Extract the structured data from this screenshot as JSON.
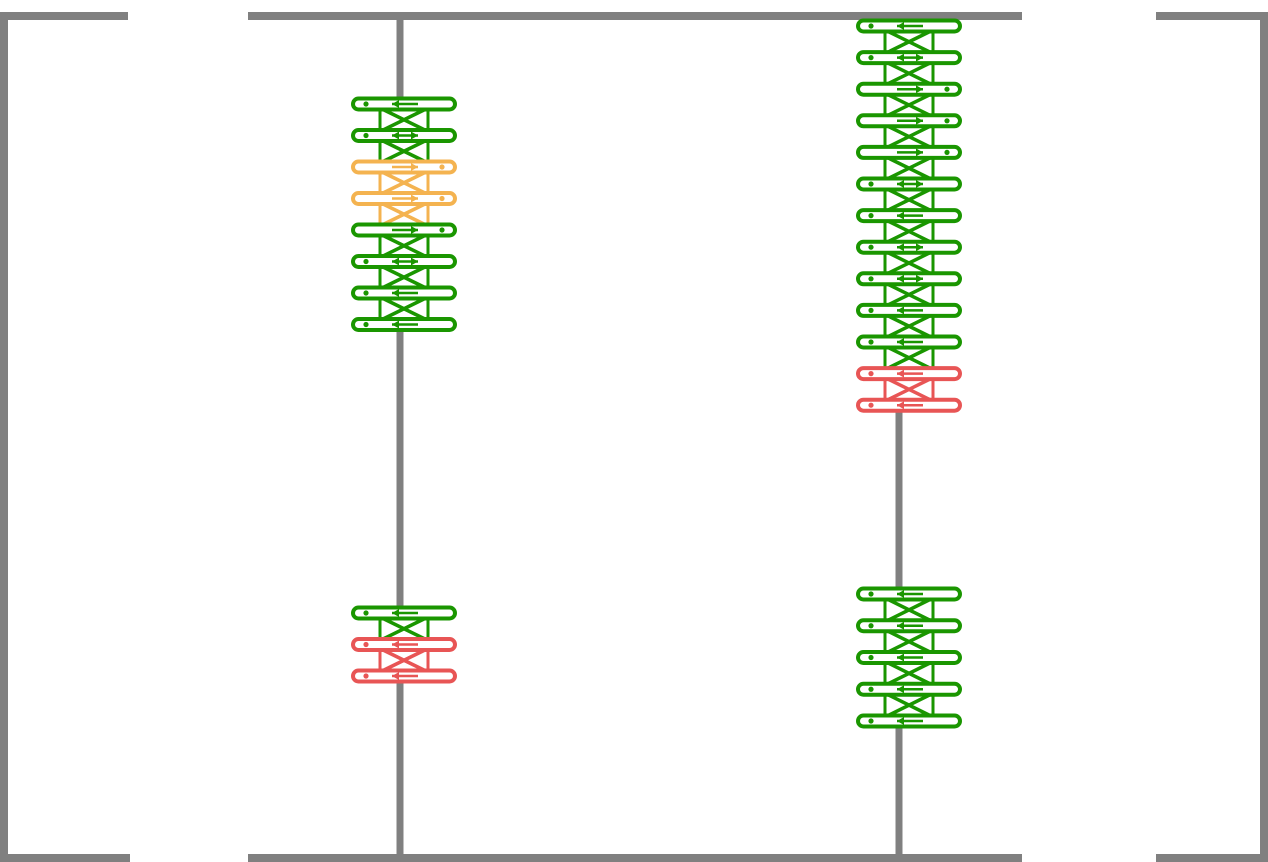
{
  "colors": {
    "background": "#ffffff",
    "wall": "#808080",
    "track": "#808080",
    "ok": "#1a9600",
    "warning": "#f4b350",
    "error": "#e85555"
  },
  "columns": [
    {
      "id": "left",
      "groups": [
        {
          "id": "left-upper",
          "links": [
            {
              "status": "ok",
              "direction": "left"
            },
            {
              "status": "ok",
              "direction": "both"
            },
            {
              "status": "warning",
              "direction": "right"
            },
            {
              "status": "warning",
              "direction": "right"
            },
            {
              "status": "ok",
              "direction": "right"
            },
            {
              "status": "ok",
              "direction": "both"
            },
            {
              "status": "ok",
              "direction": "left"
            },
            {
              "status": "ok",
              "direction": "left"
            }
          ]
        },
        {
          "id": "left-lower",
          "links": [
            {
              "status": "ok",
              "direction": "left"
            },
            {
              "status": "error",
              "direction": "left"
            },
            {
              "status": "error",
              "direction": "left"
            }
          ]
        }
      ]
    },
    {
      "id": "right",
      "groups": [
        {
          "id": "right-upper",
          "links": [
            {
              "status": "ok",
              "direction": "left"
            },
            {
              "status": "ok",
              "direction": "both"
            },
            {
              "status": "ok",
              "direction": "right"
            },
            {
              "status": "ok",
              "direction": "right"
            },
            {
              "status": "ok",
              "direction": "right"
            },
            {
              "status": "ok",
              "direction": "both"
            },
            {
              "status": "ok",
              "direction": "left"
            },
            {
              "status": "ok",
              "direction": "both"
            },
            {
              "status": "ok",
              "direction": "both"
            },
            {
              "status": "ok",
              "direction": "left"
            },
            {
              "status": "ok",
              "direction": "left"
            },
            {
              "status": "error",
              "direction": "left"
            },
            {
              "status": "error",
              "direction": "left"
            }
          ]
        },
        {
          "id": "right-lower",
          "links": [
            {
              "status": "ok",
              "direction": "left"
            },
            {
              "status": "ok",
              "direction": "left"
            },
            {
              "status": "ok",
              "direction": "left"
            },
            {
              "status": "ok",
              "direction": "left"
            },
            {
              "status": "ok",
              "direction": "left"
            }
          ]
        }
      ]
    }
  ]
}
